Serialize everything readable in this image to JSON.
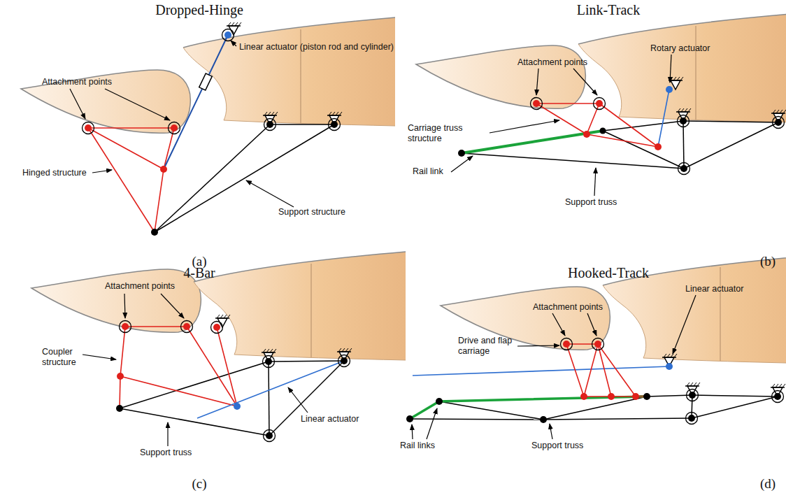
{
  "diagram": {
    "labels": [
      "Dropped-Hinge",
      "Attachment points",
      "Linear actuator (piston rod and cylinder)",
      "Hinged structure",
      "Support structure",
      "(a)",
      "Link-Track",
      "Attachment points",
      "Rotary actuator",
      "Carriage truss structure",
      "Rail link",
      "Support truss",
      "(b)",
      "4-Bar",
      "Attachment points",
      "Coupler structure",
      "Support truss",
      "Linear actuator",
      "(c)",
      "Hooked-Track",
      "Linear actuator",
      "Attachment points",
      "Drive and flap carriage",
      "Rail links",
      "Support truss",
      "(d)"
    ]
  }
}
